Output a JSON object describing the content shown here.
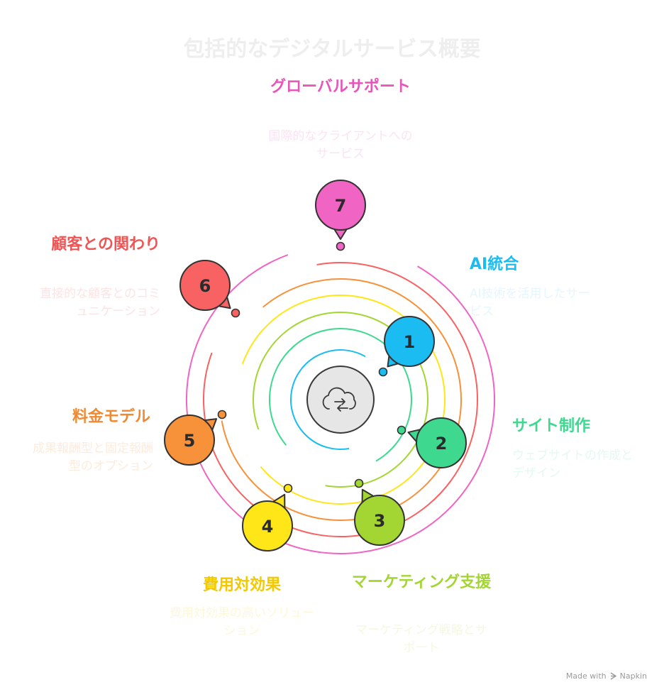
{
  "title": "包括的なデジタルサービス概要",
  "footer": {
    "made_with": "Made with",
    "brand": "Napkin"
  },
  "center_icon": "cloud-sync-icon",
  "items": [
    {
      "number": "1",
      "title": "AI統合",
      "description": "AI技術を活用したサービス",
      "color": "#1bbcf2",
      "title_color": "#1bbcf2",
      "desc_color": "#e6f6fd"
    },
    {
      "number": "2",
      "title": "サイト制作",
      "description": "ウェブサイトの作成とデザイン",
      "color": "#3ed98f",
      "title_color": "#3ed98f",
      "desc_color": "#e4f9ef"
    },
    {
      "number": "3",
      "title": "マーケティング支援",
      "description": "マーケティング戦略とサポート",
      "color": "#a3d632",
      "title_color": "#a3d632",
      "desc_color": "#f2f9e2"
    },
    {
      "number": "4",
      "title": "費用対効果",
      "description": "費用対効果の高いソリューション",
      "color": "#ffe619",
      "title_color": "#f2c800",
      "desc_color": "#fdf8d8"
    },
    {
      "number": "5",
      "title": "料金モデル",
      "description": "成果報酬型と固定報酬型のオプション",
      "color": "#f7913a",
      "title_color": "#f08a32",
      "desc_color": "#fdebdc"
    },
    {
      "number": "6",
      "title": "顧客との関わり",
      "description": "直接的な顧客とのコミュニケーション",
      "color": "#f96262",
      "title_color": "#ef5555",
      "desc_color": "#fde3e3"
    },
    {
      "number": "7",
      "title": "グローバルサポート",
      "description": "国際的なクライアントへのサービス",
      "color": "#f064c4",
      "title_color": "#e655b8",
      "desc_color": "#fce3f3"
    }
  ]
}
